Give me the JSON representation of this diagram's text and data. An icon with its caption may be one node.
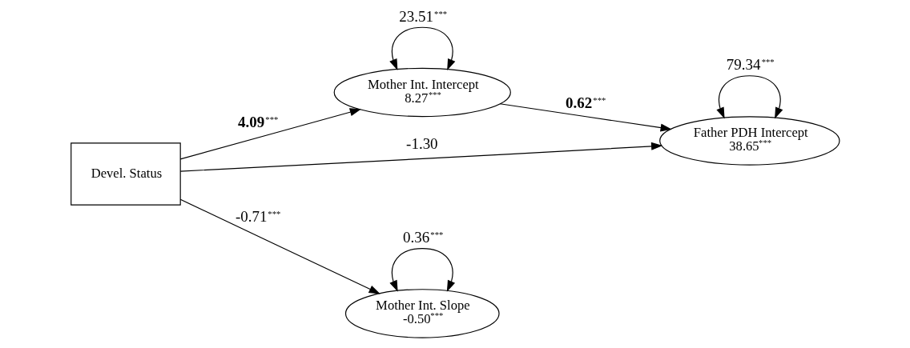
{
  "diagram": {
    "nodes": [
      {
        "text": [
          "Devel. Status"
        ]
      },
      {
        "text": [
          "Mother Int. Intercept",
          "8.27$^{***}$"
        ]
      },
      {
        "text": [
          "Father PDH Intercept",
          "38.65$^{***}$"
        ]
      },
      {
        "text": [
          "Mother Int. Slope",
          "-0.50$^{***}$"
        ]
      }
    ],
    "edges": [
      {
        "from": 1,
        "to": 1,
        "arrow": "both",
        "label": "23.51$^{***}$"
      },
      {
        "from": 2,
        "to": 2,
        "arrow": "both",
        "label": "79.34$^{***}$"
      },
      {
        "from": 0,
        "to": 1,
        "arrow": "to",
        "label": "**4.09**$^{***}$"
      },
      {
        "from": 1,
        "to": 2,
        "arrow": "to",
        "label": "**0.62**$^{***}$"
      },
      {
        "from": 0,
        "to": 2,
        "arrow": "to",
        "label": "-1.30"
      },
      {
        "from": 0,
        "to": 3,
        "arrow": "to",
        "label": "-0.71$^{***}$"
      },
      {
        "from": 3,
        "to": 3,
        "arrow": "both",
        "label": "0.36$^{***}$"
      }
    ]
  }
}
